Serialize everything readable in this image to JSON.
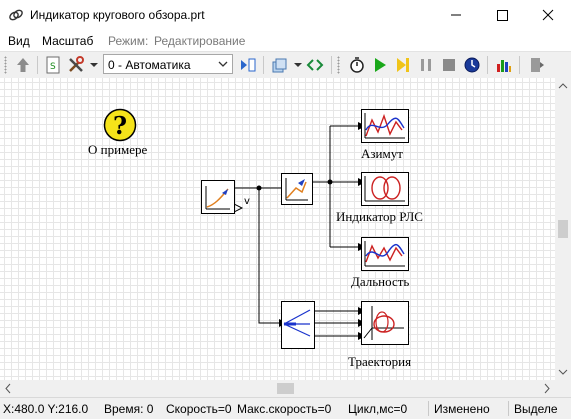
{
  "window": {
    "title": "Индикатор кругового обзора.prt"
  },
  "menu": {
    "items": [
      "Вид",
      "Масштаб"
    ],
    "mode_label": "Режим:",
    "mode_value": "Редактирование"
  },
  "toolbar": {
    "mode_select_value": "0 - Автоматика"
  },
  "diagram": {
    "help_label": "О примере",
    "output_labels": {
      "azimuth": "Азимут",
      "radar": "Индикатор РЛС",
      "range": "Дальность",
      "trajectory": "Траектория"
    },
    "source_port": "v"
  },
  "status": {
    "coords": "X:480.0  Y:216.0",
    "time": "Время: 0",
    "speed": "Скорость=0",
    "max_speed": "Макс.скорость=0",
    "cycle": "Цикл,мс=0",
    "state": "Изменено",
    "selection": "Выделе"
  },
  "colors": {
    "accent_red": "#cc2222",
    "accent_blue": "#1a33cc",
    "help_yellow": "#f5e31a",
    "run_green": "#1aa81a"
  }
}
